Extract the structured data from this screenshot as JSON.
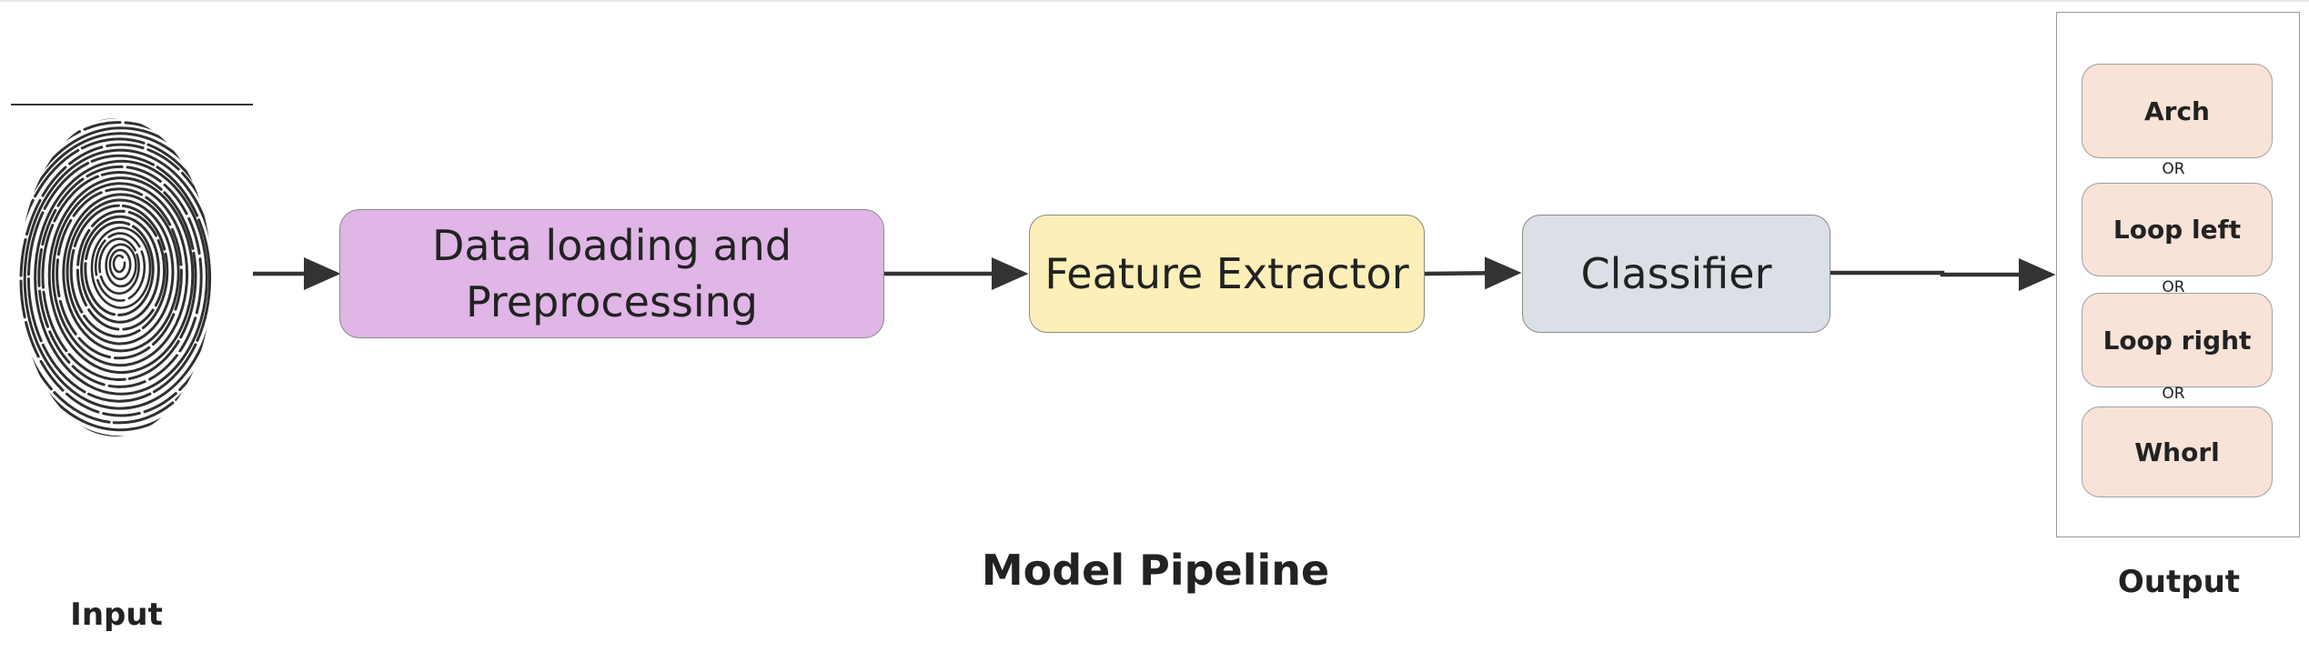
{
  "input": {
    "caption": "Input"
  },
  "stages": [
    {
      "line1": "Data loading and",
      "line2": "Preprocessing",
      "color": "#dfb6e6"
    },
    {
      "label": "Feature Extractor",
      "color": "#fcefb7"
    },
    {
      "label": "Classifier",
      "color": "#dbdfe6"
    }
  ],
  "pipeline": {
    "caption": "Model Pipeline"
  },
  "output": {
    "caption": "Output",
    "classes": [
      "Arch",
      "Loop left",
      "Loop right",
      "Whorl"
    ],
    "separator": "OR",
    "box_color": "#f8e3d8"
  },
  "colors": {
    "arrow": "#333333",
    "border": "#8a8a8a"
  }
}
